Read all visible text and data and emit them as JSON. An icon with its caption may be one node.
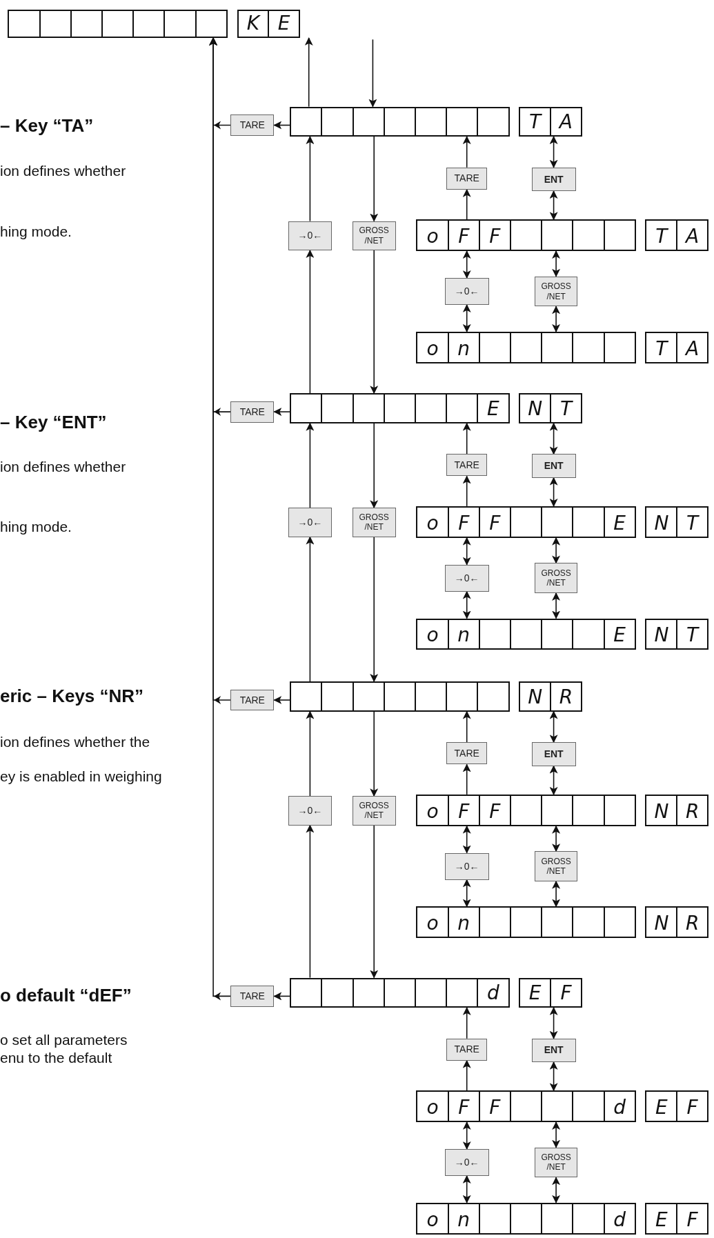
{
  "diagram": {
    "nodes": [
      {
        "text": [],
        "shape": "box"
      },
      {
        "text": [
          "K",
          "E"
        ]
      },
      {
        "text": [
          "TARE"
        ]
      },
      {
        "text": [],
        "shape": "box"
      },
      {
        "text": [
          "T",
          "A"
        ]
      },
      {
        "text": [
          "TARE"
        ]
      },
      {
        "text": [
          "ENT"
        ]
      },
      {
        "text": [
          "→0←"
        ]
      },
      {
        "text": [
          "GROSS /NET"
        ]
      },
      {
        "text": [
          "o",
          "F",
          "F"
        ]
      },
      {
        "text": [
          "T",
          "A"
        ]
      },
      {
        "text": [
          "→0←"
        ]
      },
      {
        "text": [
          "GROSS /NET"
        ]
      },
      {
        "text": [
          "o",
          "n"
        ]
      },
      {
        "text": [
          "T",
          "A"
        ]
      },
      {
        "text": [
          "TARE"
        ]
      },
      {
        "text": [
          "E"
        ]
      },
      {
        "text": [
          "N",
          "T"
        ]
      },
      {
        "text": [
          "TARE"
        ]
      },
      {
        "text": [
          "ENT"
        ]
      },
      {
        "text": [
          "→0←"
        ]
      },
      {
        "text": [
          "GROSS /NET"
        ]
      },
      {
        "text": [
          "o",
          "F",
          "F",
          "E"
        ]
      },
      {
        "text": [
          "N",
          "T"
        ]
      },
      {
        "text": [
          "→0←"
        ]
      },
      {
        "text": [
          "GROSS /NET"
        ]
      },
      {
        "text": [
          "o",
          "n",
          "E"
        ]
      },
      {
        "text": [
          "N",
          "T"
        ]
      },
      {
        "text": [
          "TARE"
        ]
      },
      {
        "text": [],
        "shape": "box"
      },
      {
        "text": [
          "N",
          "R"
        ]
      },
      {
        "text": [
          "TARE"
        ]
      },
      {
        "text": [
          "ENT"
        ]
      },
      {
        "text": [
          "→0←"
        ]
      },
      {
        "text": [
          "GROSS /NET"
        ]
      },
      {
        "text": [
          "o",
          "F",
          "F"
        ]
      },
      {
        "text": [
          "N",
          "R"
        ]
      },
      {
        "text": [
          "→0←"
        ]
      },
      {
        "text": [
          "GROSS /NET"
        ]
      },
      {
        "text": [
          "o",
          "n"
        ]
      },
      {
        "text": [
          "N",
          "R"
        ]
      },
      {
        "text": [
          "TARE"
        ]
      },
      {
        "text": [
          "d"
        ]
      },
      {
        "text": [
          "E",
          "F"
        ]
      },
      {
        "text": [
          "TARE"
        ]
      },
      {
        "text": [
          "ENT"
        ]
      },
      {
        "text": [
          "o",
          "F",
          "F",
          "d"
        ]
      },
      {
        "text": [
          "E",
          "F"
        ]
      },
      {
        "text": [
          "→0←"
        ]
      },
      {
        "text": [
          "GROSS /NET"
        ]
      },
      {
        "text": [
          "o",
          "n",
          "d"
        ]
      },
      {
        "text": [
          "E",
          "F"
        ]
      }
    ],
    "edges": [
      {
        "from": 3,
        "to": 1,
        "arrow": "to"
      },
      {
        "from": null,
        "to": 3,
        "arrow": "to"
      },
      {
        "from": 3,
        "to": 2,
        "arrow": "to"
      },
      {
        "from": 2,
        "to": 0,
        "arrow": "to"
      },
      {
        "from": 9,
        "to": 5,
        "arrow": "to"
      },
      {
        "from": 5,
        "to": 3,
        "arrow": "to"
      },
      {
        "from": 4,
        "to": 6,
        "arrow": "both"
      },
      {
        "from": 6,
        "to": 9,
        "arrow": "both"
      },
      {
        "from": 9,
        "to": 11,
        "arrow": "both"
      },
      {
        "from": 11,
        "to": 13,
        "arrow": "both"
      },
      {
        "from": 9,
        "to": 12,
        "arrow": "both"
      },
      {
        "from": 12,
        "to": 13,
        "arrow": "both"
      },
      {
        "from": 7,
        "to": 3,
        "arrow": "to"
      },
      {
        "from": 16,
        "to": 7,
        "arrow": "to"
      },
      {
        "from": 3,
        "to": 8,
        "arrow": "to"
      },
      {
        "from": 8,
        "to": 16,
        "arrow": "to"
      },
      {
        "from": 16,
        "to": 15,
        "arrow": "to"
      },
      {
        "from": 15,
        "to": 0,
        "arrow": "to"
      },
      {
        "from": 22,
        "to": 18,
        "arrow": "to"
      },
      {
        "from": 18,
        "to": 16,
        "arrow": "to"
      },
      {
        "from": 17,
        "to": 19,
        "arrow": "both"
      },
      {
        "from": 19,
        "to": 22,
        "arrow": "both"
      },
      {
        "from": 22,
        "to": 24,
        "arrow": "both"
      },
      {
        "from": 24,
        "to": 26,
        "arrow": "both"
      },
      {
        "from": 22,
        "to": 25,
        "arrow": "both"
      },
      {
        "from": 25,
        "to": 26,
        "arrow": "both"
      },
      {
        "from": 20,
        "to": 16,
        "arrow": "to"
      },
      {
        "from": 29,
        "to": 20,
        "arrow": "to"
      },
      {
        "from": 16,
        "to": 21,
        "arrow": "to"
      },
      {
        "from": 21,
        "to": 29,
        "arrow": "to"
      },
      {
        "from": 29,
        "to": 28,
        "arrow": "to"
      },
      {
        "from": 28,
        "to": 0,
        "arrow": "to"
      },
      {
        "from": 35,
        "to": 31,
        "arrow": "to"
      },
      {
        "from": 31,
        "to": 29,
        "arrow": "to"
      },
      {
        "from": 30,
        "to": 32,
        "arrow": "both"
      },
      {
        "from": 32,
        "to": 35,
        "arrow": "both"
      },
      {
        "from": 35,
        "to": 37,
        "arrow": "both"
      },
      {
        "from": 37,
        "to": 39,
        "arrow": "both"
      },
      {
        "from": 35,
        "to": 38,
        "arrow": "both"
      },
      {
        "from": 38,
        "to": 39,
        "arrow": "both"
      },
      {
        "from": 33,
        "to": 29,
        "arrow": "to"
      },
      {
        "from": 42,
        "to": 33,
        "arrow": "to"
      },
      {
        "from": 29,
        "to": 34,
        "arrow": "to"
      },
      {
        "from": 34,
        "to": 42,
        "arrow": "to"
      },
      {
        "from": 42,
        "to": 41,
        "arrow": "to"
      },
      {
        "from": 41,
        "to": 0,
        "arrow": "to"
      },
      {
        "from": 46,
        "to": 44,
        "arrow": "to"
      },
      {
        "from": 44,
        "to": 42,
        "arrow": "to"
      },
      {
        "from": 43,
        "to": 45,
        "arrow": "both"
      },
      {
        "from": 45,
        "to": 46,
        "arrow": "both"
      },
      {
        "from": 46,
        "to": 48,
        "arrow": "both"
      },
      {
        "from": 48,
        "to": 50,
        "arrow": "both"
      },
      {
        "from": 46,
        "to": 49,
        "arrow": "both"
      },
      {
        "from": 49,
        "to": 50,
        "arrow": "both"
      }
    ],
    "labels": [
      "– Key “TA”",
      "ion defines whether",
      "hing mode.",
      "– Key “ENT”",
      "ion defines whether",
      "hing mode.",
      "eric – Keys “NR”",
      "ion defines whether the",
      "ey is enabled in weighing",
      "o default “dEF”",
      "o set all parameters enu to the default"
    ]
  }
}
